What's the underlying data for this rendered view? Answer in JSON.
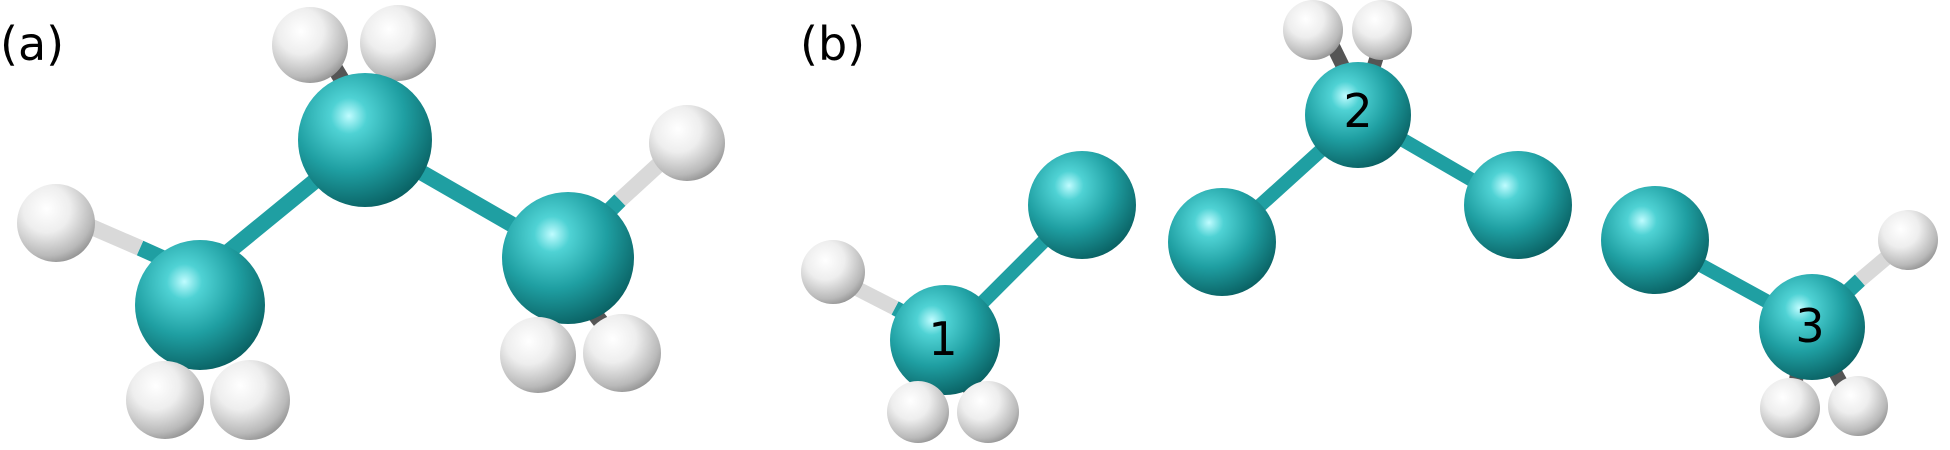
{
  "panels": [
    {
      "label": "(a)",
      "molecule": "propane",
      "atom_labels": []
    },
    {
      "label": "(b)",
      "molecule": "fragments",
      "atom_labels": [
        "1",
        "2",
        "3"
      ]
    }
  ],
  "colors": {
    "carbon": "#1e9ea0",
    "hydrogen": "#e6e6e6",
    "bond": "#26a7aa",
    "background": "#ffffff"
  }
}
